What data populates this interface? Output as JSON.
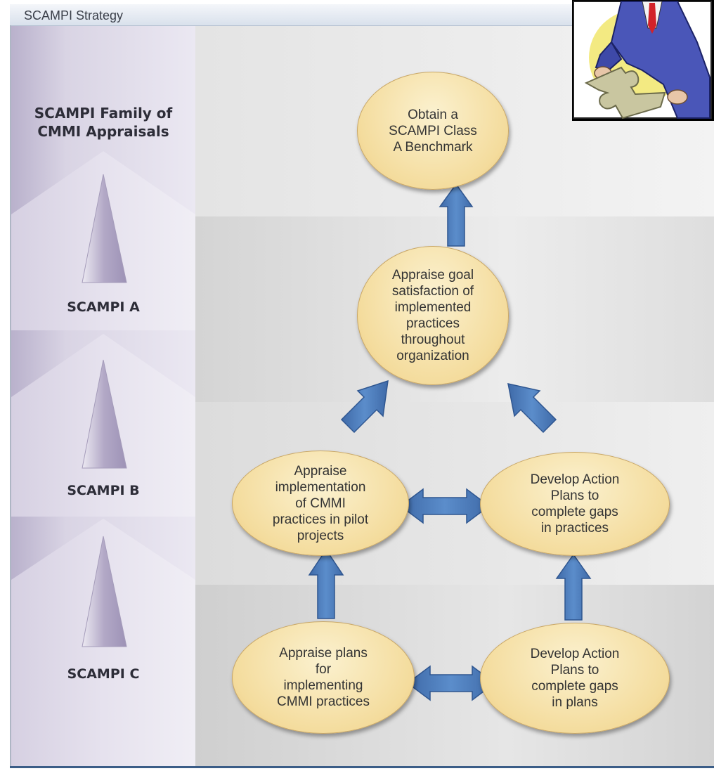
{
  "title": "SCAMPI Strategy",
  "family_label": [
    "SCAMPI Family of",
    "CMMI Appraisals"
  ],
  "levels": [
    "SCAMPI A",
    "SCAMPI B",
    "SCAMPI C"
  ],
  "nodes": {
    "benchmark": "Obtain a\nSCAMPI Class\nA Benchmark",
    "appraise_goal": "Appraise goal\nsatisfaction of\nimplemented\npractices\nthroughout\norganization",
    "appraise_impl": "Appraise\nimplementation\nof CMMI\npractices in pilot\nprojects",
    "develop_practices": "Develop Action\nPlans to\ncomplete gaps\nin practices",
    "appraise_plans": "Appraise plans\nfor\nimplementing\nCMMI practices",
    "develop_plans": "Develop Action\nPlans to\ncomplete gaps\nin plans"
  },
  "colors": {
    "arrow": "#4f7fbd",
    "node_fill": "#f4dc9d",
    "left_panel": "#d9d4e4"
  },
  "icons": {
    "clipart": "businessman-puzzle-piece-image"
  }
}
